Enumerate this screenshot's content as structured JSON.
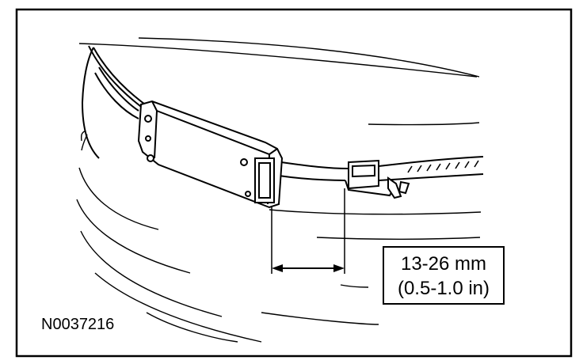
{
  "figure": {
    "figure_id": "N0037216"
  },
  "dimension_callout": {
    "metric": "13-26 mm",
    "imperial": "(0.5-1.0 in)"
  },
  "colors": {
    "line": "#000000",
    "background": "#ffffff"
  }
}
